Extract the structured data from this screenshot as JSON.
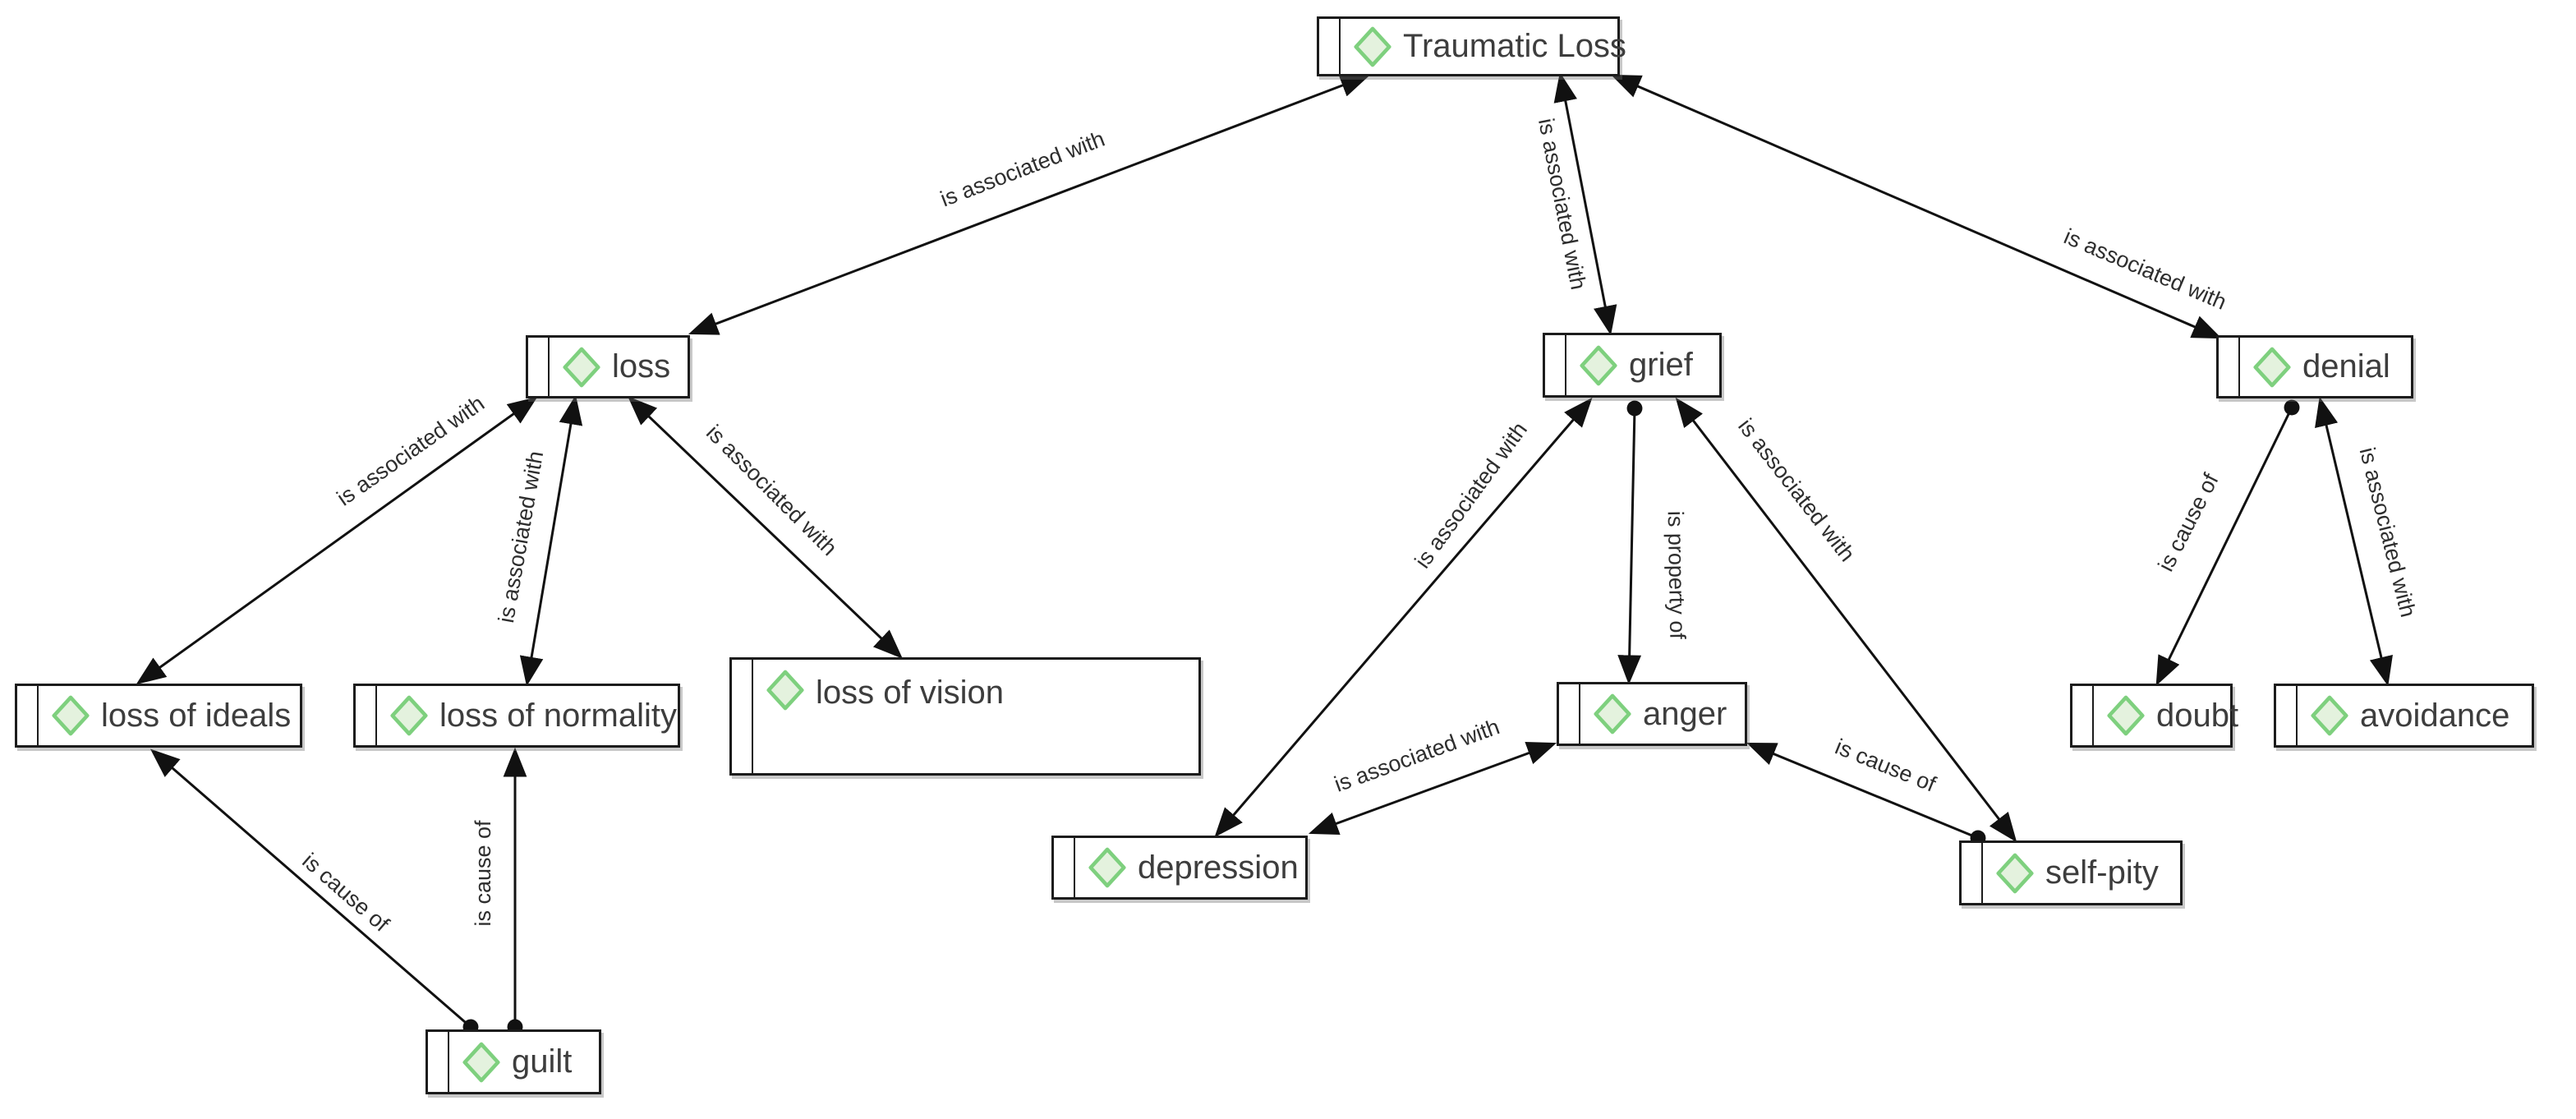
{
  "diagram": {
    "tool_hint": "concept network view",
    "icon": "code-diamond-icon",
    "colors": {
      "background": "#ffffff",
      "node_fill": "#ffffff",
      "node_border": "#1c1c1c",
      "node_label_text": "#3d3d3d",
      "edge_label_text": "#2e2e2e",
      "edge_line": "#111111",
      "diamond_stroke": "#7ed07e",
      "diamond_fill": "#e4f2de"
    },
    "nodes": [
      {
        "id": "traumatic-loss",
        "label": "Traumatic Loss"
      },
      {
        "id": "loss",
        "label": "loss"
      },
      {
        "id": "grief",
        "label": "grief"
      },
      {
        "id": "denial",
        "label": "denial"
      },
      {
        "id": "loss-of-ideals",
        "label": "loss of ideals"
      },
      {
        "id": "loss-of-normality",
        "label": "loss of normality"
      },
      {
        "id": "loss-of-vision",
        "label": "loss of vision"
      },
      {
        "id": "depression",
        "label": "depression"
      },
      {
        "id": "anger",
        "label": "anger"
      },
      {
        "id": "self-pity",
        "label": "self-pity"
      },
      {
        "id": "doubt",
        "label": "doubt"
      },
      {
        "id": "avoidance",
        "label": "avoidance"
      },
      {
        "id": "guilt",
        "label": "guilt"
      }
    ],
    "edges": [
      {
        "from": "loss",
        "to": "traumatic-loss",
        "label": "is associated with",
        "relation": "association",
        "ends": "arrow-both"
      },
      {
        "from": "grief",
        "to": "traumatic-loss",
        "label": "is associated with",
        "relation": "association",
        "ends": "arrow-both"
      },
      {
        "from": "traumatic-loss",
        "to": "denial",
        "label": "is associated with",
        "relation": "association",
        "ends": "arrow-both"
      },
      {
        "from": "loss",
        "to": "loss-of-ideals",
        "label": "is associated with",
        "relation": "association",
        "ends": "arrow-both"
      },
      {
        "from": "loss",
        "to": "loss-of-normality",
        "label": "is associated with",
        "relation": "association",
        "ends": "arrow-both"
      },
      {
        "from": "loss",
        "to": "loss-of-vision",
        "label": "is associated with",
        "relation": "association",
        "ends": "arrow-both"
      },
      {
        "from": "grief",
        "to": "depression",
        "label": "is associated with",
        "relation": "association",
        "ends": "arrow-both"
      },
      {
        "from": "grief",
        "to": "anger",
        "label": "is property of",
        "relation": "property",
        "ends": "dot-to-arrow"
      },
      {
        "from": "grief",
        "to": "self-pity",
        "label": "is associated with",
        "relation": "association",
        "ends": "arrow-both"
      },
      {
        "from": "denial",
        "to": "doubt",
        "label": "is cause of",
        "relation": "cause",
        "ends": "dot-to-arrow"
      },
      {
        "from": "denial",
        "to": "avoidance",
        "label": "is associated with",
        "relation": "association",
        "ends": "arrow-both"
      },
      {
        "from": "depression",
        "to": "anger",
        "label": "is associated with",
        "relation": "association",
        "ends": "arrow-both"
      },
      {
        "from": "self-pity",
        "to": "anger",
        "label": "is cause of",
        "relation": "cause",
        "ends": "dot-to-arrow"
      },
      {
        "from": "guilt",
        "to": "loss-of-ideals",
        "label": "is cause of",
        "relation": "cause",
        "ends": "dot-to-arrow"
      },
      {
        "from": "guilt",
        "to": "loss-of-normality",
        "label": "is cause of",
        "relation": "cause",
        "ends": "dot-to-arrow"
      }
    ]
  }
}
